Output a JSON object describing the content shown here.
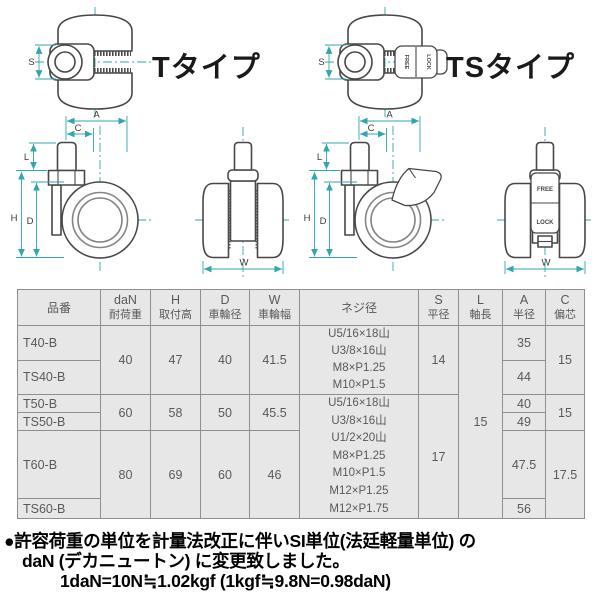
{
  "diagrams": {
    "t_type_label": "Tタイプ",
    "ts_type_label": "TSタイプ",
    "free_label": "FREE",
    "lock_label": "LOCK",
    "dim_labels": {
      "S": "S",
      "A": "A",
      "C": "C",
      "L": "L",
      "H": "H",
      "D": "D",
      "W": "W"
    }
  },
  "table": {
    "headers": {
      "part_no": "品番",
      "dan_top": "daN",
      "dan_sub": "耐荷重",
      "h_top": "H",
      "h_sub": "取付高",
      "d_top": "D",
      "d_sub": "車輪径",
      "w_top": "W",
      "w_sub": "車輪幅",
      "neji": "ネジ径",
      "s_top": "S",
      "s_sub": "平径",
      "l_top": "L",
      "l_sub": "軸長",
      "a_top": "A",
      "a_sub": "半径",
      "c_top": "C",
      "c_sub": "偏芯"
    },
    "part_numbers": {
      "t40": "T40-B",
      "ts40": "TS40-B",
      "t50": "T50-B",
      "ts50": "TS50-B",
      "t60": "T60-B",
      "ts60": "TS60-B"
    },
    "values": {
      "dan1": "40",
      "dan2": "60",
      "dan3": "80",
      "h1": "47",
      "h2": "58",
      "h3": "69",
      "d1": "40",
      "d2": "50",
      "d3": "60",
      "w1": "41.5",
      "w2": "45.5",
      "w3": "46",
      "neji1": [
        "U5/16×18山",
        "U3/8×16山",
        "M8×P1.25",
        "M10×P1.5"
      ],
      "neji2": [
        "U5/16×18山",
        "U3/8×16山",
        "U1/2×20山",
        "M8×P1.25",
        "M10×P1.5",
        "M12×P1.25",
        "M12×P1.75"
      ],
      "s1": "14",
      "s2": "17",
      "l_all": "15",
      "a1": "35",
      "a2": "44",
      "a3": "40",
      "a4": "49",
      "a5": "47.5",
      "a6": "56",
      "c1": "15",
      "c2": "15",
      "c3": "17.5"
    }
  },
  "note": {
    "line1": "●許容荷重の単位を計量法改正に伴いSI単位(法廷軽量単位) の",
    "line2": "daN (デカニュートン) に変更致しました。",
    "line3": "1daN=10N≒1.02kgf (1kgf≒9.8N=0.98daN)"
  }
}
